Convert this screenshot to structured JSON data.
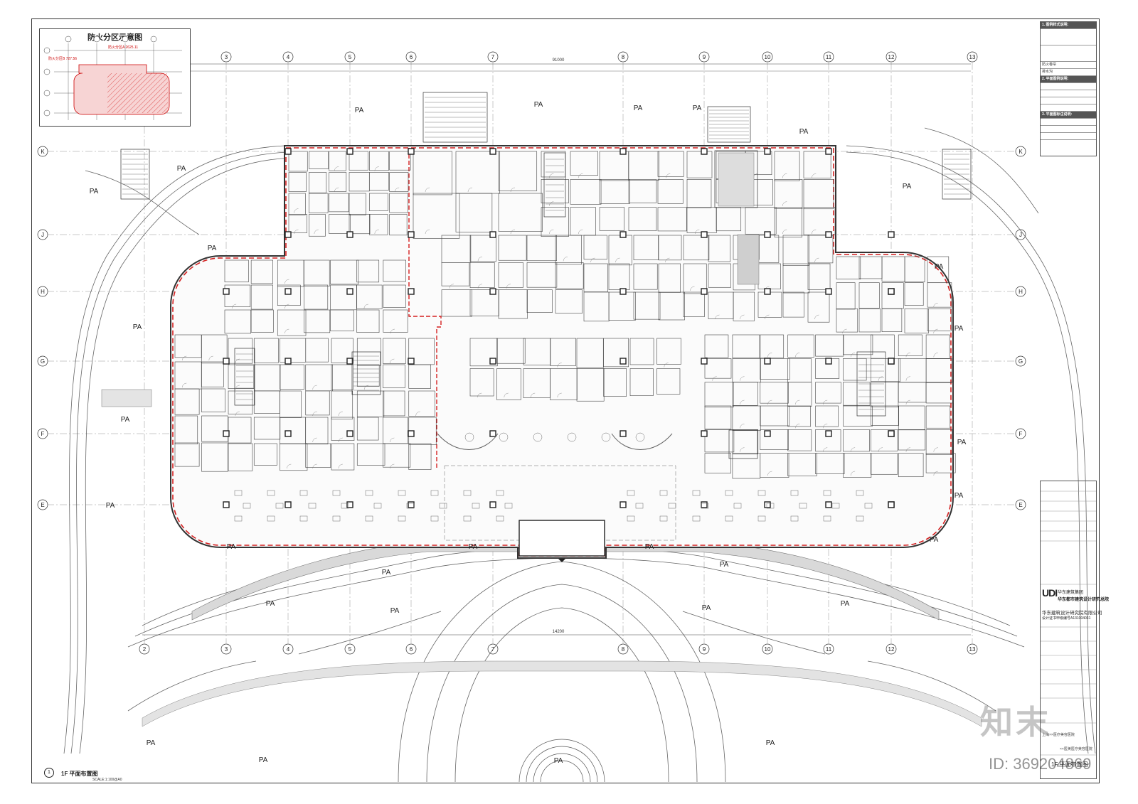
{
  "inset": {
    "title": "防火分区示意图",
    "zone_a": "防火分区A 2625.11",
    "zone_b": "防火分区B 727.56"
  },
  "grid": {
    "columns": [
      "2",
      "3",
      "4",
      "5",
      "6",
      "7",
      "8",
      "9",
      "10",
      "11",
      "12",
      "13"
    ],
    "rows": [
      "K",
      "J",
      "H",
      "G",
      "F",
      "E"
    ]
  },
  "plan": {
    "pa_label": "PA",
    "circle_number": "1",
    "title": "1F 平面布置图",
    "scale": "SCALE:1:100@A0",
    "dimension_top": "91000",
    "dimension_mid": "14200"
  },
  "legend": {
    "section1": "1. 图例样式说明:",
    "section2": "2. 平面图例说明:",
    "section3": "3. 平面图标注说明:",
    "item_fire": "防火卷帘",
    "item_note": "排水沟"
  },
  "title_block": {
    "logo_mark": "UDI",
    "logo_cn": "华东都市建筑设计研究总院",
    "logo_group": "华东建筑集团",
    "company": "华东建筑设计研究院有限公司",
    "cert": "设计证书甲级编号A131004031",
    "client_line": "上海××医疗美容医院",
    "project_line": "××医美医疗美容医院",
    "sheet_title": "1F 平面布置图"
  },
  "watermark": {
    "brand": "知末",
    "id": "ID: 369204869"
  },
  "colors": {
    "fire_line": "#d42020",
    "wall": "#333333",
    "hatch": "#b0b0b0"
  }
}
